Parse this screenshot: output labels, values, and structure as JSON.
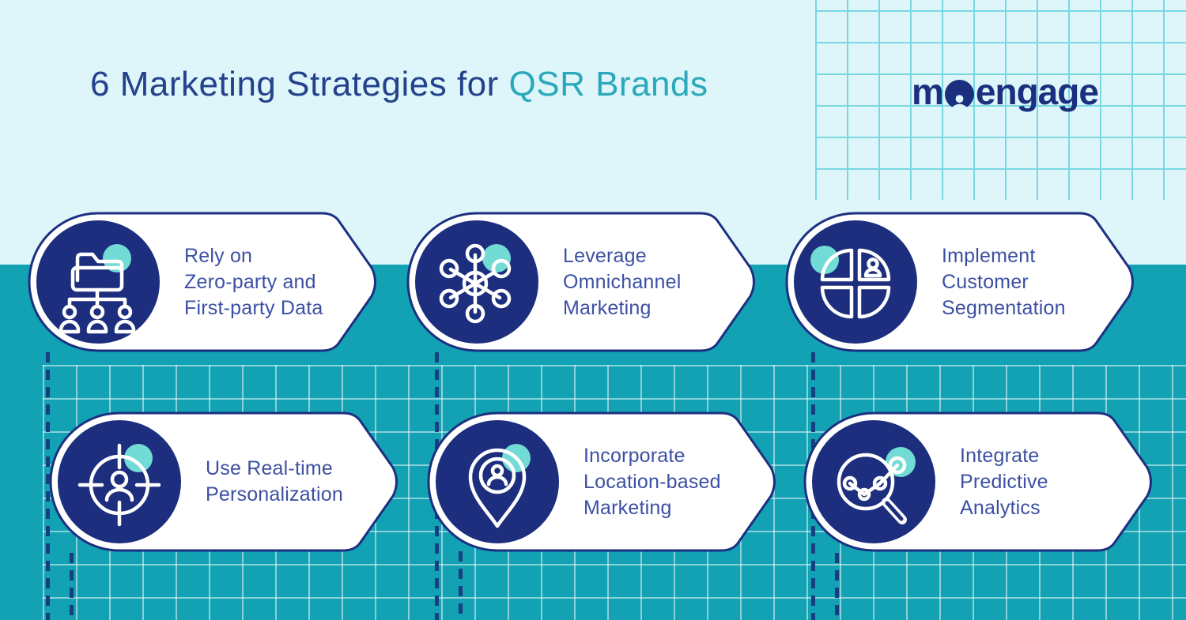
{
  "header": {
    "title_primary": "6 Marketing Strategies for ",
    "title_accent": "QSR Brands",
    "logo": {
      "part1": "m",
      "part2": "engage",
      "name": "moengage"
    }
  },
  "colors": {
    "top_band": "#def5f9",
    "teal_band": "#12a2b3",
    "brand_navy": "#1b2f7f",
    "card_border_navy": "#1c2f80",
    "card_text": "#3c50a3",
    "accent_teal": "#72dbd5",
    "title_teal": "#29a9bb",
    "dashed_line": "#173e82"
  },
  "cards": [
    {
      "id": "zero-party-data",
      "icon": "folder-org-chart-icon",
      "lines": [
        "Rely on",
        "Zero-party and",
        "First-party Data"
      ]
    },
    {
      "id": "omnichannel",
      "icon": "network-hub-icon",
      "lines": [
        "Leverage",
        "Omnichannel",
        "Marketing"
      ]
    },
    {
      "id": "segmentation",
      "icon": "segmented-pie-icon",
      "lines": [
        "Implement",
        "Customer",
        "Segmentation"
      ]
    },
    {
      "id": "personalization",
      "icon": "target-user-icon",
      "lines": [
        "Use Real-time",
        "Personalization"
      ]
    },
    {
      "id": "location",
      "icon": "location-pin-user-icon",
      "lines": [
        "Incorporate",
        "Location-based",
        "Marketing"
      ]
    },
    {
      "id": "predictive",
      "icon": "magnifier-trend-icon",
      "lines": [
        "Integrate",
        "Predictive",
        "Analytics"
      ]
    }
  ]
}
